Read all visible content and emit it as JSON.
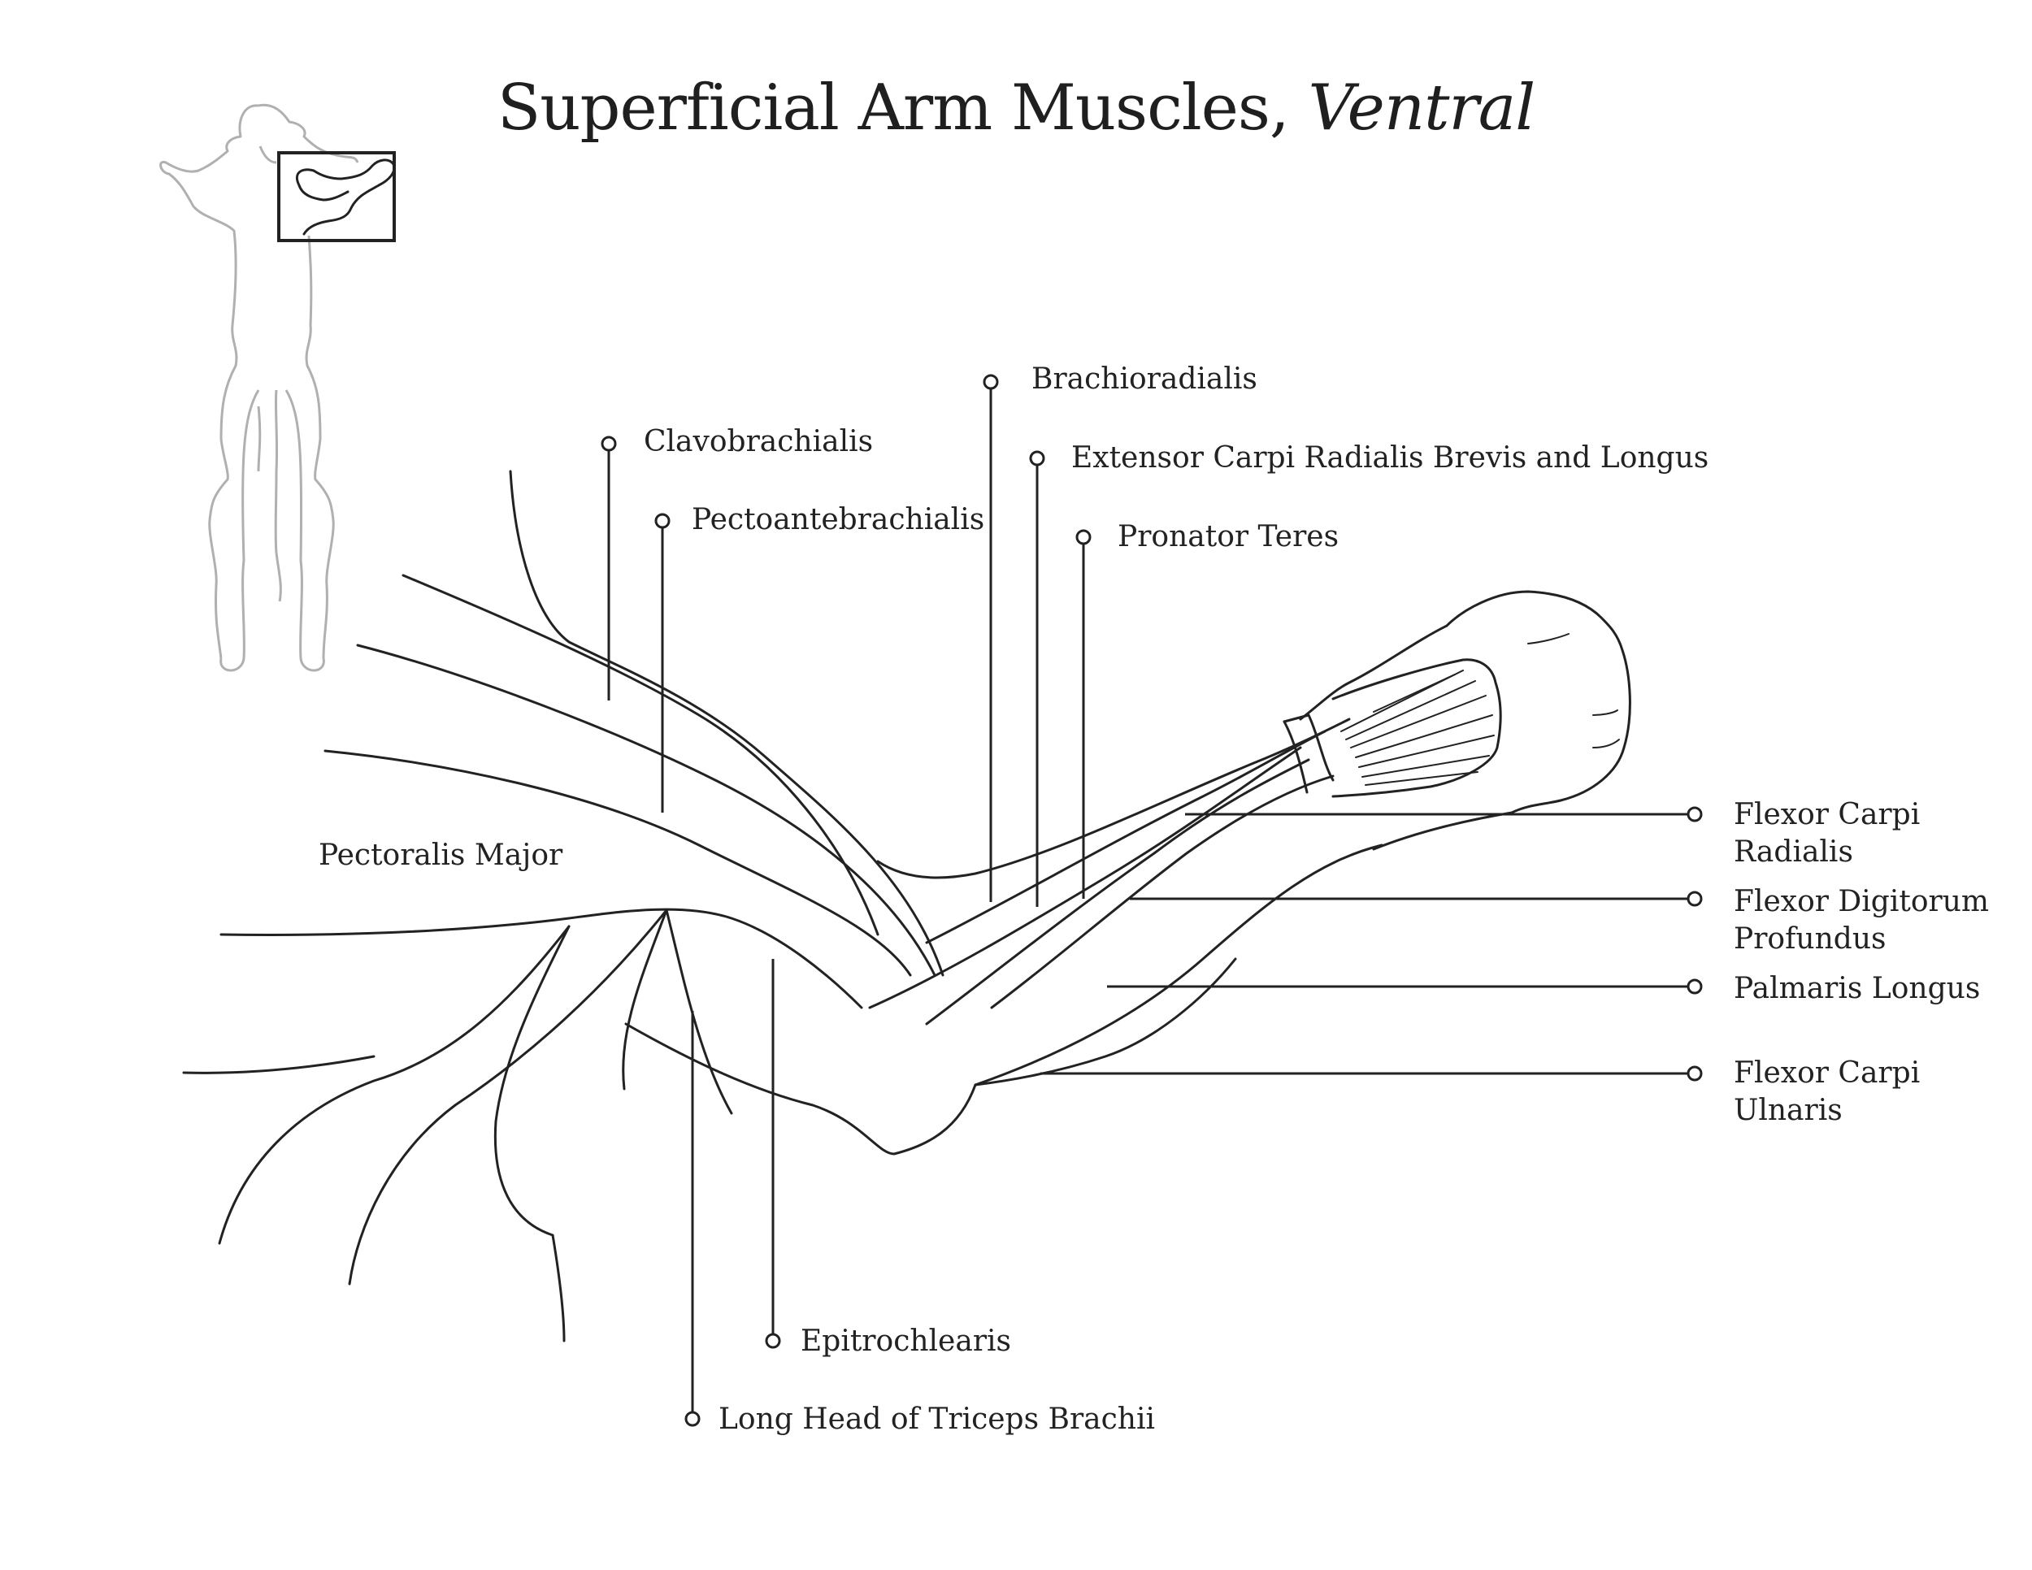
{
  "title": {
    "main": "Superficial Arm Muscles, ",
    "italic": "Ventral"
  },
  "labels": {
    "brachioradialis": "Brachioradialis",
    "clavobrachialis": "Clavobrachialis",
    "extensor_carpi": "Extensor Carpi Radialis Brevis and Longus",
    "pectoantebrachialis": "Pectoantebrachialis",
    "pronator_teres": "Pronator Teres",
    "pectoralis_major": "Pectoralis Major",
    "flexor_carpi_radialis": "Flexor Carpi\nRadialis",
    "flexor_digitorum_profundus": "Flexor Digitorum\nProfundus",
    "palmaris_longus": "Palmaris Longus",
    "flexor_carpi_ulnaris": "Flexor Carpi\nUlnaris",
    "epitrochlearis": "Epitrochlearis",
    "long_head_triceps": "Long Head of Triceps Brachii"
  },
  "colors": {
    "line": "#222222",
    "silhouette": "#b0b0b0",
    "background": "#ffffff"
  }
}
